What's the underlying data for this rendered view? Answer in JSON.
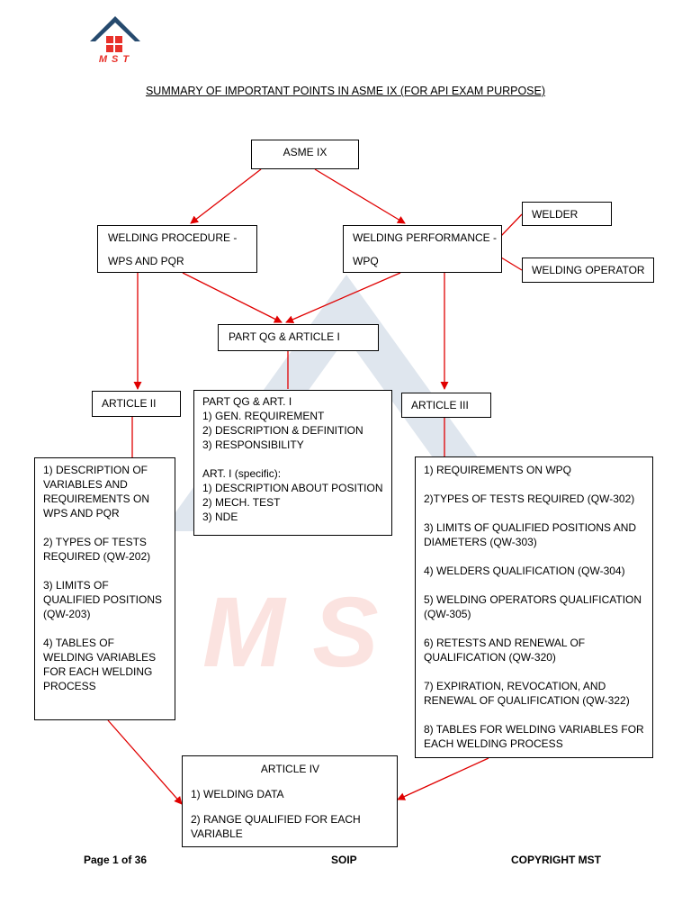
{
  "logo": {
    "text": "MST",
    "accent": "#e8312a",
    "roof": "#264a6e"
  },
  "title": "SUMMARY OF IMPORTANT POINTS IN ASME IX (FOR API EXAM PURPOSE)",
  "nodes": {
    "asme": {
      "title": "ASME IX"
    },
    "procedure": {
      "line1": "WELDING PROCEDURE -",
      "line2": "WPS AND PQR"
    },
    "performance": {
      "line1": "WELDING PERFORMANCE -",
      "line2": "WPQ"
    },
    "welder": {
      "title": "WELDER"
    },
    "operator": {
      "title": "WELDING OPERATOR"
    },
    "partqg": {
      "title": "PART QG & ARTICLE I"
    },
    "art2": {
      "title": "ARTICLE II"
    },
    "art3": {
      "title": "ARTICLE III"
    },
    "qgdetail": {
      "heading": "PART QG & ART. I",
      "items": [
        "1) GEN. REQUIREMENT",
        "2) DESCRIPTION & DEFINITION",
        "3) RESPONSIBILITY"
      ],
      "subheading": "ART. I (specific):",
      "subitems": [
        "1) DESCRIPTION ABOUT POSITION",
        "2) MECH. TEST",
        "3) NDE"
      ]
    },
    "art2detail": {
      "items": [
        "1) DESCRIPTION OF VARIABLES AND REQUIREMENTS ON WPS AND PQR",
        "2) TYPES OF TESTS REQUIRED (QW-202)",
        "3) LIMITS OF QUALIFIED POSITIONS (QW-203)",
        "4) TABLES OF WELDING VARIABLES FOR EACH WELDING PROCESS"
      ]
    },
    "art3detail": {
      "items": [
        "1) REQUIREMENTS ON WPQ",
        "2)TYPES OF TESTS REQUIRED (QW-302)",
        "3) LIMITS OF QUALIFIED POSITIONS AND DIAMETERS (QW-303)",
        "4) WELDERS QUALIFICATION (QW-304)",
        "5) WELDING OPERATORS QUALIFICATION (QW-305)",
        "6) RETESTS AND RENEWAL OF QUALIFICATION (QW-320)",
        "7) EXPIRATION, REVOCATION, AND RENEWAL OF QUALIFICATION (QW-322)",
        "8) TABLES FOR WELDING VARIABLES FOR EACH WELDING PROCESS"
      ]
    },
    "art4": {
      "title": "ARTICLE IV",
      "items": [
        "1) WELDING DATA",
        "2) RANGE QUALIFIED FOR EACH VARIABLE"
      ]
    }
  },
  "colors": {
    "arrow": "#e00000",
    "line": "#000000"
  },
  "footer": {
    "page": "Page 1 of 36",
    "center": "SOIP",
    "right": "COPYRIGHT MST"
  }
}
